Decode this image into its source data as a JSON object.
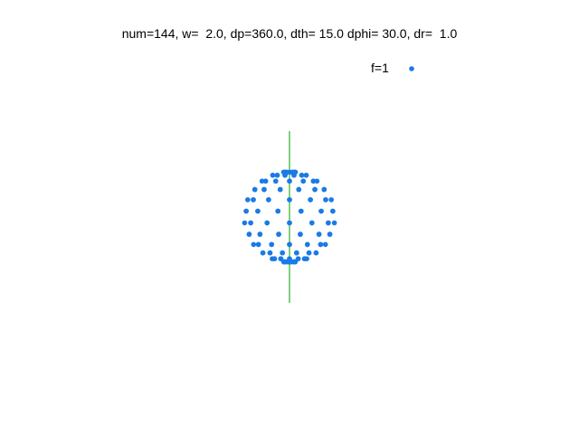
{
  "chart_data": {
    "type": "scatter",
    "title": "num=144, w=  2.0, dp=360.0, dth= 15.0 dphi= 30.0, dr=  1.0",
    "xlabel": "",
    "ylabel": "",
    "grid": false,
    "legend_position": "top-right",
    "axis": {
      "x": 0,
      "color": "#00a000",
      "y_range": [
        -0.95,
        0.95
      ]
    },
    "series": [
      {
        "name": "f=1",
        "color": "#1a7ae6",
        "marker": "dot",
        "shape": "sphere",
        "radius": 0.5,
        "count": 144
      }
    ]
  }
}
